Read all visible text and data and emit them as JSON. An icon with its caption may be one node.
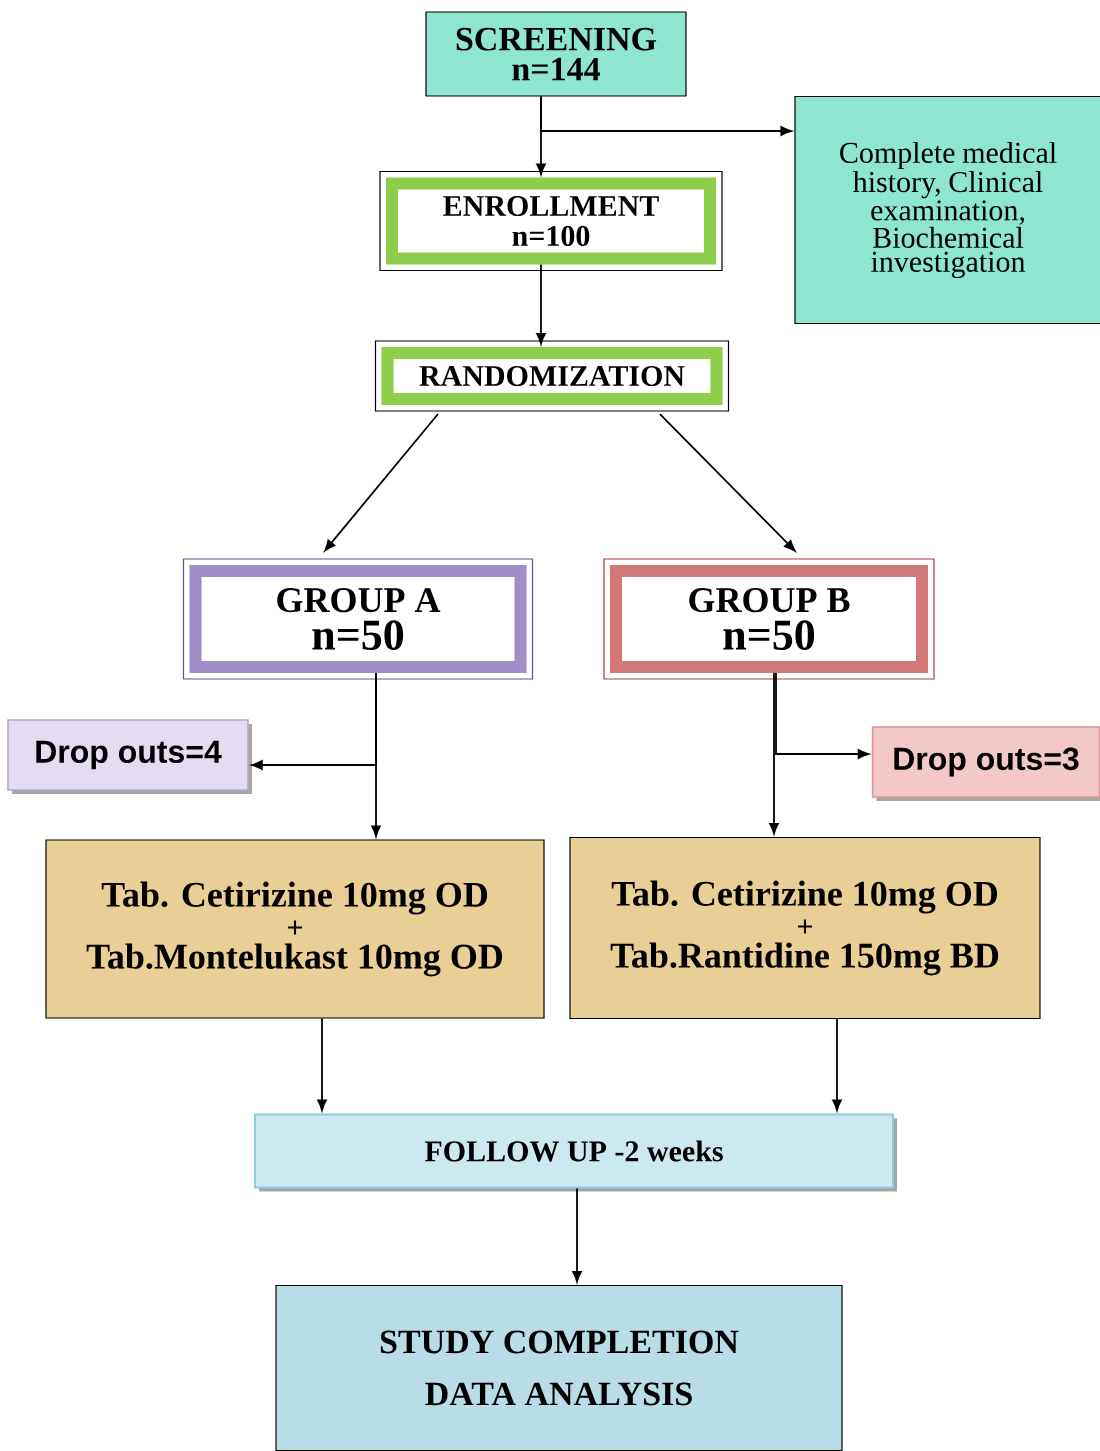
{
  "diagram": {
    "nodes": [
      {
        "text": [
          "SCREENING",
          "n=144"
        ]
      },
      {
        "text": [
          "Complete medical history, Clinical examination, Biochemical investigation"
        ]
      },
      {
        "text": [
          "ENROLLMENT",
          "n=100"
        ]
      },
      {
        "text": [
          "RANDOMIZATION"
        ]
      },
      {
        "text": [
          "GROUP A",
          "n=50"
        ]
      },
      {
        "text": [
          "GROUP B",
          "n=50"
        ]
      },
      {
        "text": [
          "Drop outs=4"
        ]
      },
      {
        "text": [
          "Drop outs=3"
        ]
      },
      {
        "text": [
          "Tab. Cetirizine 10mg OD",
          "+",
          "Tab.Montelukast 10mg OD"
        ]
      },
      {
        "text": [
          "Tab. Cetirizine 10mg OD",
          "+",
          "Tab.Rantidine 150mg BD"
        ]
      },
      {
        "text": [
          "FOLLOW UP -2 weeks"
        ]
      },
      {
        "text": [
          "STUDY COMPLETION",
          "DATA  ANALYSIS"
        ]
      }
    ],
    "edges": [
      {
        "from": 0,
        "to": 2,
        "arrow": "to"
      },
      {
        "from": 0,
        "to": 1,
        "arrow": "to"
      },
      {
        "from": 2,
        "to": 3,
        "arrow": "to"
      },
      {
        "from": 3,
        "to": 4,
        "arrow": "to"
      },
      {
        "from": 3,
        "to": 5,
        "arrow": "to"
      },
      {
        "from": 4,
        "to": 8,
        "arrow": "to"
      },
      {
        "from": 4,
        "to": 6,
        "arrow": "to"
      },
      {
        "from": 5,
        "to": 9,
        "arrow": "to"
      },
      {
        "from": 5,
        "to": 7,
        "arrow": "to"
      },
      {
        "from": 8,
        "to": 10,
        "arrow": "to"
      },
      {
        "from": 9,
        "to": 10,
        "arrow": "to"
      },
      {
        "from": 10,
        "to": 11,
        "arrow": "to"
      }
    ]
  }
}
